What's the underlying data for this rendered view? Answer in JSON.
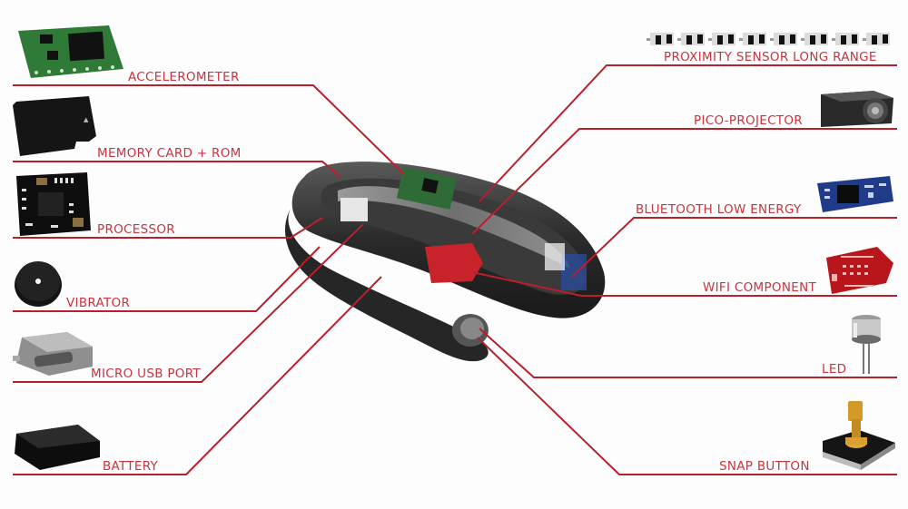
{
  "diagram": {
    "title": "",
    "subject": "wearable-wristband-components",
    "accent_color": "#c8343f",
    "line_color": "#b8202c",
    "left_components": [
      {
        "id": "accelerometer",
        "label": "ACCELEROMETER"
      },
      {
        "id": "memory-card",
        "label": "MEMORY CARD + ROM"
      },
      {
        "id": "processor",
        "label": "PROCESSOR"
      },
      {
        "id": "vibrator",
        "label": "VIBRATOR"
      },
      {
        "id": "micro-usb",
        "label": "MICRO USB PORT"
      },
      {
        "id": "battery",
        "label": "BATTERY"
      }
    ],
    "right_components": [
      {
        "id": "proximity-sensor",
        "label": "PROXIMITY SENSOR LONG RANGE"
      },
      {
        "id": "pico-projector",
        "label": "PICO-PROJECTOR"
      },
      {
        "id": "bluetooth",
        "label": "BLUETOOTH LOW ENERGY"
      },
      {
        "id": "wifi",
        "label": "WIFI COMPONENT"
      },
      {
        "id": "led",
        "label": "LED"
      },
      {
        "id": "snap-button",
        "label": "SNAP BUTTON"
      }
    ]
  }
}
